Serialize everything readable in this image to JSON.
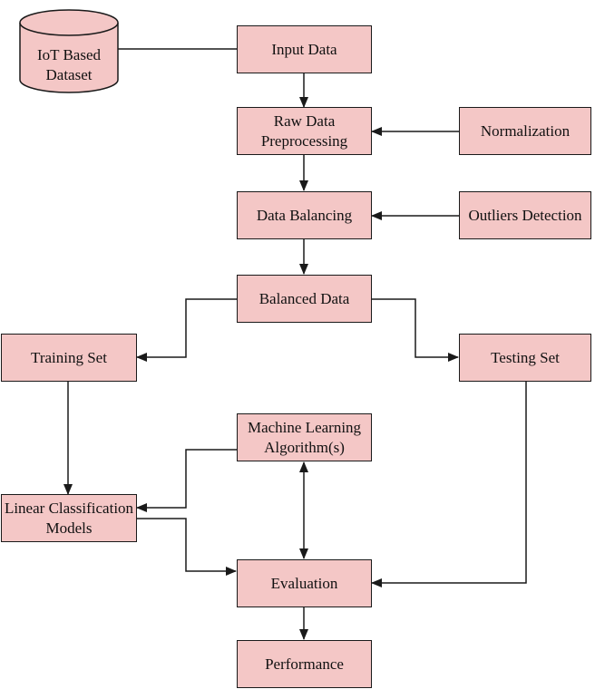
{
  "colors": {
    "node_fill": "#f4c7c6",
    "stroke": "#1a1a1a"
  },
  "nodes": {
    "iot_dataset": "IoT Based\nDataset",
    "input_data": "Input Data",
    "raw_data_preprocessing": "Raw Data\nPreprocessing",
    "normalization": "Normalization",
    "data_balancing": "Data Balancing",
    "outliers_detection": "Outliers Detection",
    "balanced_data": "Balanced Data",
    "training_set": "Training Set",
    "testing_set": "Testing Set",
    "machine_learning_algorithms": "Machine Learning\nAlgorithm(s)",
    "linear_classification_models": "Linear Classification\nModels",
    "evaluation": "Evaluation",
    "performance": "Performance"
  }
}
